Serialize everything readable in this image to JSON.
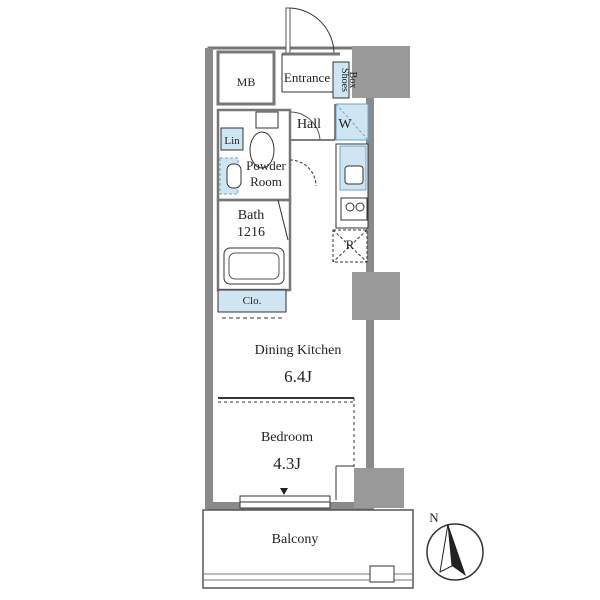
{
  "rooms": {
    "mb": "MB",
    "entrance": "Entrance",
    "shoes_box_line1": "Shoes",
    "shoes_box_line2": "Box",
    "hall": "Hall",
    "w": "W",
    "lin": "Lin",
    "powder_room_line1": "Powder",
    "powder_room_line2": "Room",
    "bath_line1": "Bath",
    "bath_line2": "1216",
    "r": "R",
    "clo": "Clo.",
    "dining_kitchen": "Dining Kitchen",
    "dining_kitchen_size": "6.4J",
    "bedroom": "Bedroom",
    "bedroom_size": "4.3J",
    "balcony": "Balcony"
  },
  "compass": {
    "label": "N"
  },
  "colors": {
    "wall": "#8a8a8a",
    "wall_dark": "#555555",
    "fixture_blue": "#cfe6f2",
    "fixture_line": "#6aa6c8",
    "column": "#999999",
    "line": "#333333"
  }
}
